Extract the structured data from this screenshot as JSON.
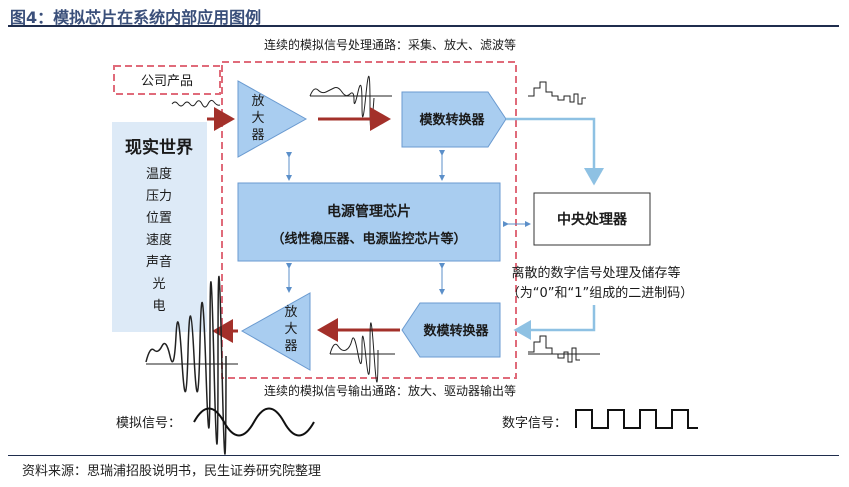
{
  "title": "图4：模拟芯片在系统内部应用图例",
  "source": "资料来源：思瑞浦招股说明书，民生证券研究院整理",
  "colors": {
    "accent_title": "#3a4f7a",
    "block_blue": "#a9cdf0",
    "block_border": "#6a9ad0",
    "real_world_bg": "#ddeaf7",
    "dashed_red": "#e06b7a",
    "arrow_red": "#a3302a",
    "arrow_light": "#8ec1e3"
  },
  "diagram": {
    "input_path_label": "连续的模拟信号处理通路：采集、放大、滤波等",
    "output_path_label": "连续的模拟信号输出通路：放大、驱动器输出等",
    "company_product": "公司产品",
    "real_world": {
      "title": "现实世界",
      "items": [
        "温度",
        "压力",
        "位置",
        "速度",
        "声音",
        "光",
        "电"
      ]
    },
    "amp_top": [
      "放",
      "大",
      "器"
    ],
    "amp_bottom": [
      "放",
      "大",
      "器"
    ],
    "adc": "模数转换器",
    "dac": "数模转换器",
    "power_chip": {
      "line1": "电源管理芯片",
      "line2": "（线性稳压器、电源监控芯片等）"
    },
    "cpu": "中央处理器",
    "discrete_note": {
      "line1": "离散的数字信号处理及储存等",
      "line2": "（为“0”和“1”组成的二进制码）"
    },
    "legend": {
      "analog": "模拟信号：",
      "digital": "数字信号："
    }
  }
}
